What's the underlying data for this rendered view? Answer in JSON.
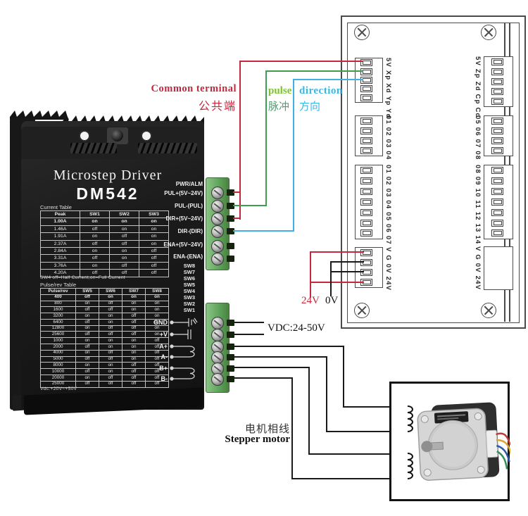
{
  "colors": {
    "wire-common": "#c5283d",
    "wire-pulse": "#3c9e4e",
    "wire-direction": "#41b1e1",
    "wire-black": "#1a1a1a",
    "label-common": "#c5283d",
    "label-pulse-en": "#7dc232",
    "label-pulse-zh": "#4f9d72",
    "label-direction": "#3db5e2",
    "terminal-green": "#5fa55c",
    "driver-body": "#1b1b1b"
  },
  "annotations": {
    "common_terminal_en": "Common terminal",
    "common_terminal_zh": "公共端",
    "pulse_en": "pulse",
    "pulse_zh": "脉冲",
    "direction_en": "direction",
    "direction_zh": "方向",
    "supply_24v": "24V",
    "supply_0v": "0V",
    "vdc_range": "VDC:24-50V",
    "motor_phase_zh": "电机相线",
    "motor_phase_en": "Stepper motor"
  },
  "driver": {
    "title": "Microstep Driver",
    "model": "DM542",
    "current_table": {
      "title": "Current Table",
      "headers": [
        "Peak",
        "SW1",
        "SW2",
        "SW3"
      ],
      "rows": [
        [
          "1.00A",
          "on",
          "on",
          "on"
        ],
        [
          "1.46A",
          "off",
          "on",
          "on"
        ],
        [
          "1.91A",
          "on",
          "off",
          "on"
        ],
        [
          "2.37A",
          "off",
          "off",
          "on"
        ],
        [
          "2.84A",
          "on",
          "on",
          "off"
        ],
        [
          "3.31A",
          "off",
          "on",
          "off"
        ],
        [
          "3.76A",
          "on",
          "off",
          "off"
        ],
        [
          "4.20A",
          "off",
          "off",
          "off"
        ]
      ]
    },
    "current_note": "SW4 off=Half Current,on=Full Current",
    "pulse_table": {
      "title": "Pulse/rev Table",
      "headers": [
        "Pulse/rev",
        "SW5",
        "SW6",
        "SW7",
        "SW8"
      ],
      "rows": [
        [
          "400",
          "off",
          "on",
          "on",
          "on"
        ],
        [
          "800",
          "on",
          "off",
          "on",
          "on"
        ],
        [
          "1600",
          "off",
          "off",
          "on",
          "on"
        ],
        [
          "3200",
          "on",
          "on",
          "off",
          "on"
        ],
        [
          "6400",
          "off",
          "on",
          "off",
          "on"
        ],
        [
          "12800",
          "on",
          "off",
          "off",
          "on"
        ],
        [
          "25600",
          "off",
          "off",
          "off",
          "on"
        ],
        [
          "1000",
          "on",
          "on",
          "on",
          "off"
        ],
        [
          "2000",
          "off",
          "on",
          "on",
          "off"
        ],
        [
          "4000",
          "on",
          "off",
          "on",
          "off"
        ],
        [
          "5000",
          "off",
          "off",
          "on",
          "off"
        ],
        [
          "8000",
          "on",
          "on",
          "off",
          "off"
        ],
        [
          "10000",
          "off",
          "on",
          "off",
          "off"
        ],
        [
          "20000",
          "on",
          "off",
          "off",
          "off"
        ],
        [
          "25000",
          "off",
          "off",
          "off",
          "off"
        ]
      ]
    },
    "vdc_note": "Vdc:+20V~+50V",
    "signal_labels": [
      "PWR/ALM",
      "PUL+(5V~24V)",
      "PUL-(PUL)",
      "DIR+(5V~24V)",
      "DIR-(DIR)",
      "ENA+(5V~24V)",
      "ENA-(ENA)"
    ],
    "dip_labels": [
      "SW8",
      "SW7",
      "SW6",
      "SW5",
      "SW4",
      "SW3",
      "SW2",
      "SW1"
    ],
    "power_labels": [
      "GND",
      "+V",
      "A+",
      "A-",
      "B+",
      "B-"
    ]
  },
  "board": {
    "left_blocks": [
      {
        "label": "5V Xp Xd Yp Yd",
        "pins": 5
      },
      {
        "label": "01 02 03 04",
        "pins": 4
      },
      {
        "label": "01 02 03 04 05 06 07",
        "pins": 7
      },
      {
        "label": "V  G  0V 24V",
        "pins": 4
      }
    ],
    "right_blocks": [
      {
        "label": "5V Zp Zd Cp Cd",
        "pins": 5
      },
      {
        "label": "05 06 07 08",
        "pins": 4
      },
      {
        "label": "08 09 10 11 12 13 14",
        "pins": 7
      },
      {
        "label": "V  G  0V 24V",
        "pins": 0
      }
    ]
  }
}
